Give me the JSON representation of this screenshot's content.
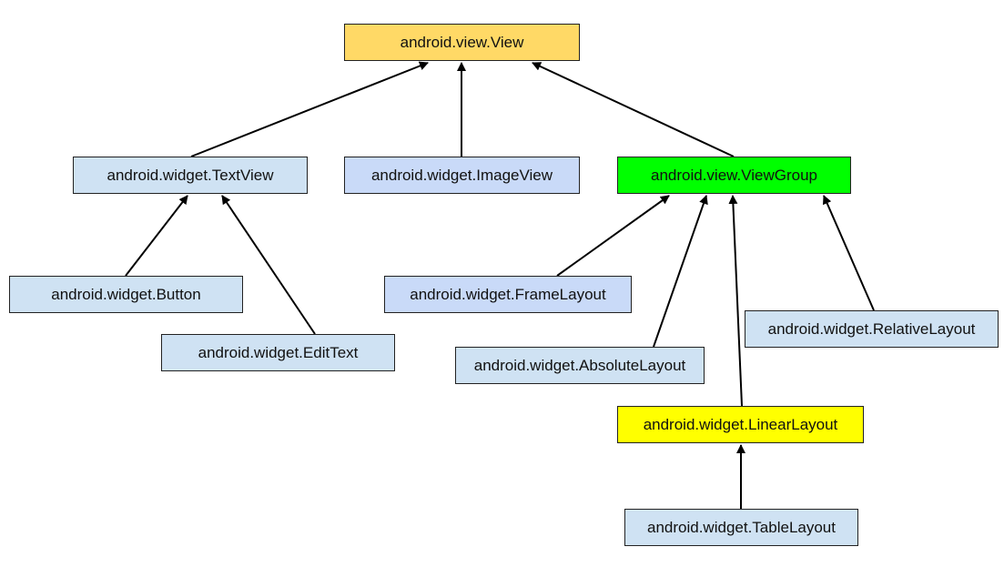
{
  "colors": {
    "root": "#ffd966",
    "group": "#00ff00",
    "highlight": "#ffff00",
    "default": "#cfe2f3",
    "lavender": "#c9daf8",
    "edge": "#000000"
  },
  "nodes": [
    {
      "id": "view",
      "label": "android.view.View",
      "fill": "#ffd966"
    },
    {
      "id": "textview",
      "label": "android.widget.TextView",
      "fill": "#cfe2f3"
    },
    {
      "id": "imageview",
      "label": "android.widget.ImageView",
      "fill": "#c9daf8"
    },
    {
      "id": "viewgroup",
      "label": "android.view.ViewGroup",
      "fill": "#00ff00"
    },
    {
      "id": "button",
      "label": "android.widget.Button",
      "fill": "#cfe2f3"
    },
    {
      "id": "edittext",
      "label": "android.widget.EditText",
      "fill": "#cfe2f3"
    },
    {
      "id": "frame",
      "label": "android.widget.FrameLayout",
      "fill": "#c9daf8"
    },
    {
      "id": "absolute",
      "label": "android.widget.AbsoluteLayout",
      "fill": "#cfe2f3"
    },
    {
      "id": "relative",
      "label": "android.widget.RelativeLayout",
      "fill": "#cfe2f3"
    },
    {
      "id": "linear",
      "label": "android.widget.LinearLayout",
      "fill": "#ffff00"
    },
    {
      "id": "table",
      "label": "android.widget.TableLayout",
      "fill": "#cfe2f3"
    }
  ],
  "edges": [
    {
      "from": "textview",
      "to": "view"
    },
    {
      "from": "imageview",
      "to": "view"
    },
    {
      "from": "viewgroup",
      "to": "view"
    },
    {
      "from": "button",
      "to": "textview"
    },
    {
      "from": "edittext",
      "to": "textview"
    },
    {
      "from": "frame",
      "to": "viewgroup"
    },
    {
      "from": "absolute",
      "to": "viewgroup"
    },
    {
      "from": "linear",
      "to": "viewgroup"
    },
    {
      "from": "relative",
      "to": "viewgroup"
    },
    {
      "from": "table",
      "to": "linear"
    }
  ]
}
